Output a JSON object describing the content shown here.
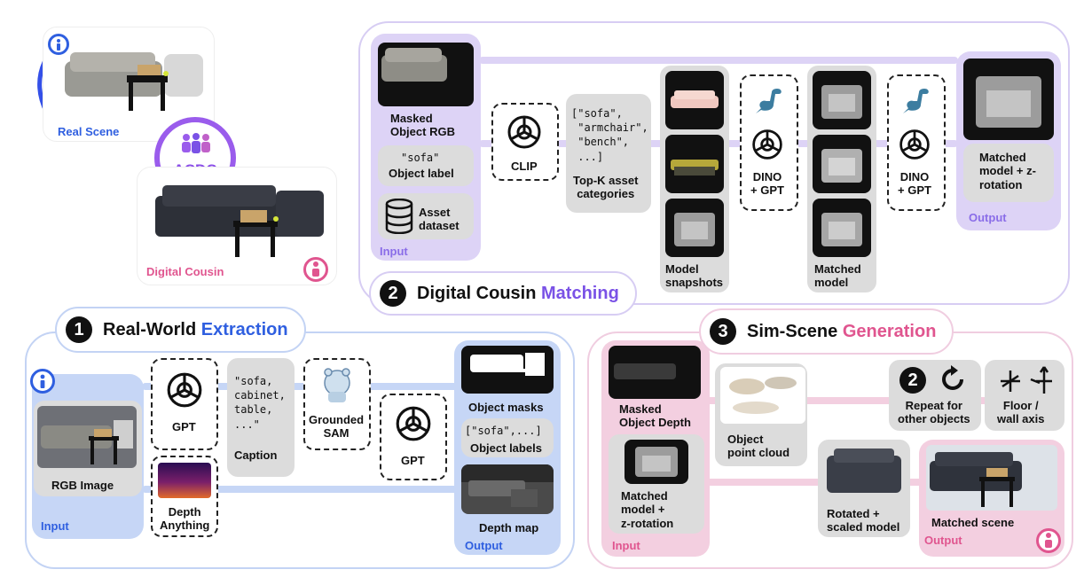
{
  "overview": {
    "real_scene_label": "Real Scene",
    "acdc_label": "ACDC",
    "digital_cousin_label": "Digital Cousin"
  },
  "section2": {
    "number": "2",
    "title_plain": "Digital Cousin",
    "title_accent": "Matching",
    "inputs": {
      "masked_rgb_label": "Masked\nObject RGB",
      "object_label_code": "\"sofa\"",
      "object_label_caption": "Object label",
      "asset_dataset_label": "Asset\ndataset",
      "pane_label": "Input"
    },
    "clip_label": "CLIP",
    "topk_code": "[\"sofa\",\n \"armchair\",\n \"bench\",\n ...]",
    "topk_label": "Top-K asset\ncategories",
    "model_snapshots_label": "Model\nsnapshots",
    "dino_gpt_label": "DINO\n+ GPT",
    "matched_model_label": "Matched\nmodel",
    "output_caption": "Matched\nmodel + z-\nrotation",
    "output_label": "Output"
  },
  "section1": {
    "number": "1",
    "title_plain": "Real-World",
    "title_accent": "Extraction",
    "rgb_image_label": "RGB Image",
    "input_label": "Input",
    "gpt_label": "GPT",
    "caption_code": "\"sofa,\ncabinet,\ntable,\n...\"",
    "caption_label": "Caption",
    "depth_anything_label": "Depth\nAnything",
    "grounded_sam_label": "Grounded\nSAM",
    "gpt2_label": "GPT",
    "object_masks_label": "Object masks",
    "object_labels_code": "[\"sofa\",...]",
    "object_labels_label": "Object labels",
    "depth_map_label": "Depth map",
    "output_label": "Output"
  },
  "section3": {
    "number": "3",
    "title_plain": "Sim-Scene",
    "title_accent": "Generation",
    "masked_depth_label": "Masked\nObject Depth",
    "matched_model_label": "Matched\nmodel +\nz-rotation",
    "input_label": "Input",
    "point_cloud_label": "Object\npoint cloud",
    "rotated_label": "Rotated +\nscaled model",
    "repeat_number": "2",
    "repeat_label": "Repeat for\nother objects",
    "floor_label": "Floor /\nwall axis",
    "matched_scene_label": "Matched scene",
    "output_label": "Output"
  },
  "colors": {
    "purple": "#7a52e6",
    "blue": "#2f5fe0",
    "pink": "#e0558f",
    "purple_pane": "#ddd3f6",
    "blue_pane": "#c6d6f6",
    "pink_pane": "#f3cfe0"
  },
  "icons": [
    "info-icon",
    "person-icon",
    "group-icon",
    "openai-logo-icon",
    "database-icon",
    "dinosaur-icon",
    "bear-icon",
    "refresh-icon",
    "axis-icon"
  ]
}
